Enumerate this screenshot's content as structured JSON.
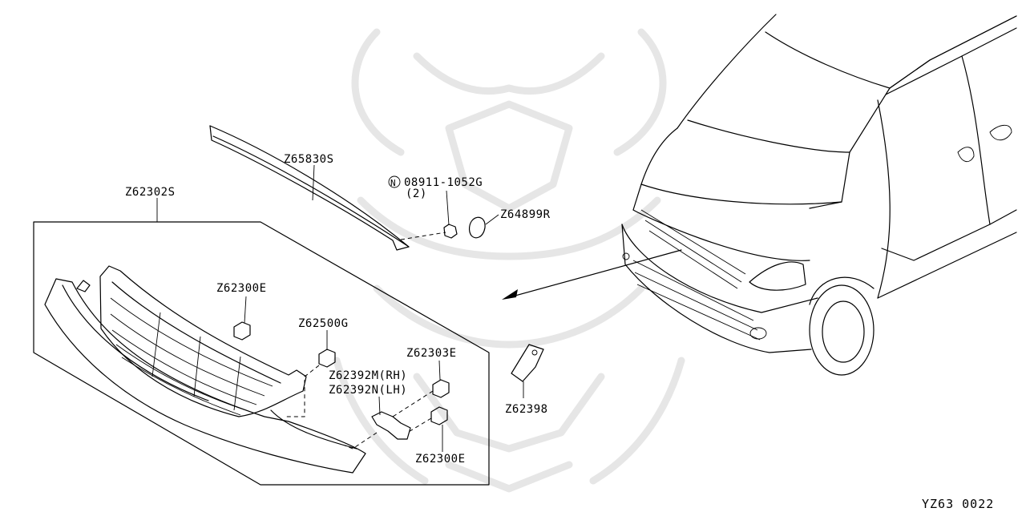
{
  "diagram": {
    "labels": {
      "grille_assembly": "Z62302S",
      "molding": "Z65830S",
      "nut_symbol": "N",
      "nut_part": "08911-1052G",
      "nut_qty": "(2)",
      "plug": "Z64899R",
      "clip_upper": "Z62300E",
      "clip_mid": "Z62500G",
      "clip_right": "Z62303E",
      "bracket_rh": "Z62392M(RH)",
      "bracket_lh": "Z62392N(LH)",
      "clip_lower": "Z62300E",
      "bracket_small": "Z62398"
    },
    "figure_code": "YZ63 0022"
  }
}
